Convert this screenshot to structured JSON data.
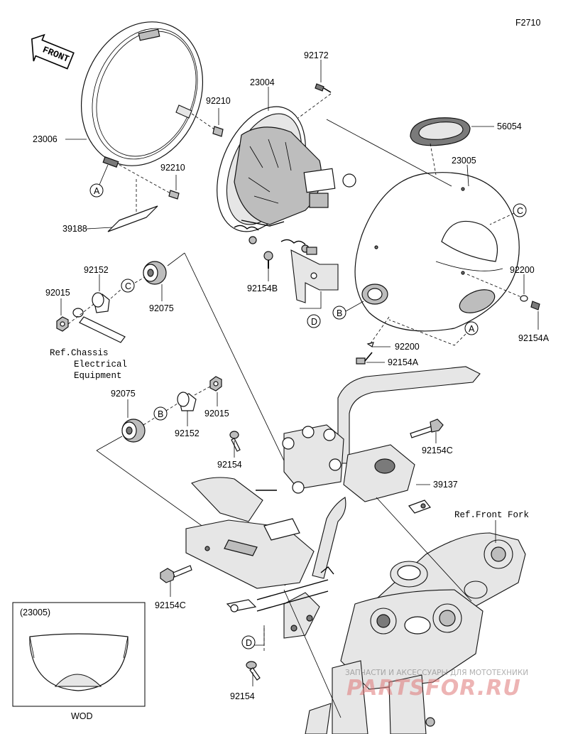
{
  "figure_code": "F2710",
  "front_arrow": "FRONT",
  "part_numbers": {
    "p23006": "23006",
    "p92210_top": "92210",
    "p92210_bottom": "92210",
    "p39188": "39188",
    "p23004": "23004",
    "p92172": "92172",
    "p56054": "56054",
    "p23005": "23005",
    "p92200_right": "92200",
    "p92154A_right": "92154A",
    "p92200_low": "92200",
    "p92154A_low": "92154A",
    "p92154B": "92154B",
    "p92152_top": "92152",
    "p92015_top": "92015",
    "p92075_top": "92075",
    "p92075_mid": "92075",
    "p92152_mid": "92152",
    "p92015_mid": "92015",
    "p92154C_right": "92154C",
    "p92154_mid": "92154",
    "p39137": "39137",
    "p92154C_left": "92154C",
    "p92154_bottom": "92154"
  },
  "callouts": {
    "a1": "A",
    "a2": "A",
    "b1": "B",
    "b2": "B",
    "c1": "C",
    "c2": "C",
    "d1": "D",
    "d2": "D"
  },
  "references": {
    "chassis_line1": "Ref.Chassis",
    "chassis_line2": "Electrical",
    "chassis_line3": "Equipment",
    "front_fork": "Ref.Front Fork"
  },
  "inset": {
    "part_ref": "(23005)",
    "variant": "WOD"
  },
  "watermark": {
    "tagline": "ЗАПЧАСТИ И АКСЕССУАРЫ ДЛЯ МОТОТЕХНИКИ",
    "brand": "PARTSFOR.RU"
  }
}
